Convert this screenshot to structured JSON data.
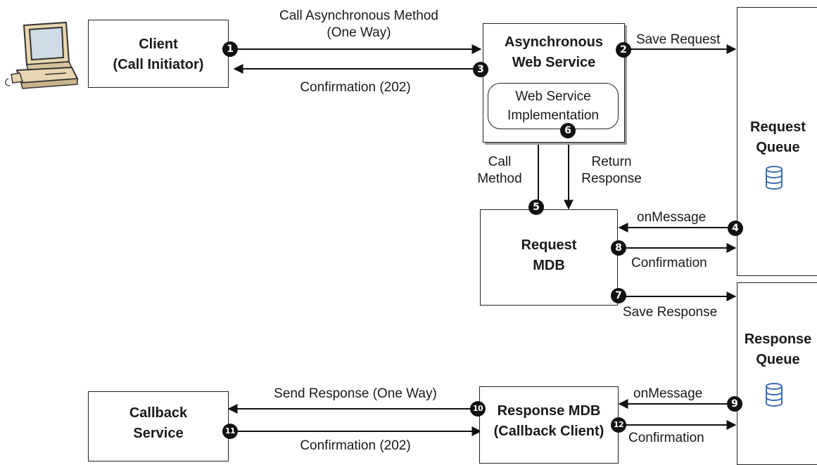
{
  "boxes": {
    "client": [
      "Client",
      "(Call Initiator)"
    ],
    "async_ws": [
      "Asynchronous",
      "Web Service"
    ],
    "ws_impl": [
      "Web Service",
      "Implementation"
    ],
    "request_queue": [
      "Request",
      "Queue"
    ],
    "request_mdb": [
      "Request",
      "MDB"
    ],
    "response_queue": [
      "Response",
      "Queue"
    ],
    "response_mdb": [
      "Response MDB",
      "(Callback Client)"
    ],
    "callback_service": [
      "Callback",
      "Service"
    ]
  },
  "labels": {
    "call_async": [
      "Call Asynchronous Method",
      "(One Way)"
    ],
    "confirmation_202_top": "Confirmation (202)",
    "save_request": "Save Request",
    "call_method": [
      "Call",
      "Method"
    ],
    "return_response": [
      "Return",
      "Response"
    ],
    "on_message_1": "onMessage",
    "confirmation_1": "Confirmation",
    "save_response": "Save Response",
    "send_response": "Send Response (One Way)",
    "on_message_2": "onMessage",
    "confirmation_2": "Confirmation",
    "confirmation_202_bottom": "Confirmation (202)"
  },
  "steps": [
    "1",
    "2",
    "3",
    "4",
    "5",
    "6",
    "7",
    "8",
    "9",
    "10",
    "11",
    "12"
  ],
  "icons": {
    "computer": "computer-icon",
    "database": "database-icon"
  },
  "colors": {
    "database": "#3d6fb5"
  }
}
